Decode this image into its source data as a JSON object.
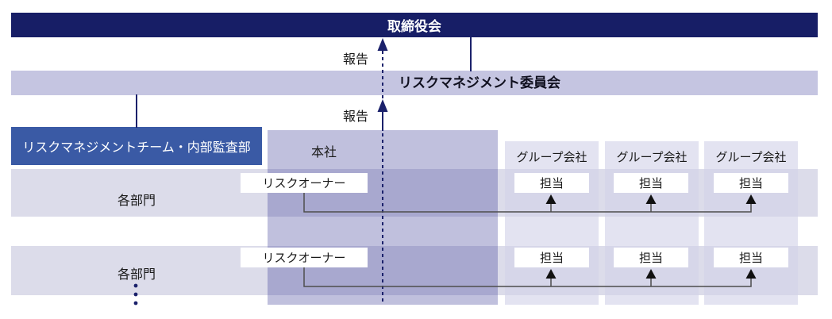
{
  "diagram": {
    "board": {
      "label": "取締役会"
    },
    "committee": {
      "label": "リスクマネジメント委員会"
    },
    "reports": {
      "to_board": "報告",
      "to_committee": "報告"
    },
    "team": {
      "label": "リスクマネジメントチーム・内部監査部"
    },
    "headquarters": {
      "label": "本社"
    },
    "group_companies": [
      {
        "label": "グループ会社"
      },
      {
        "label": "グループ会社"
      },
      {
        "label": "グループ会社"
      }
    ],
    "department_rows": [
      {
        "label": "各部門",
        "risk_owner": "リスクオーナー",
        "staff": [
          "担当",
          "担当",
          "担当"
        ]
      },
      {
        "label": "各部門",
        "risk_owner": "リスクオーナー",
        "staff": [
          "担当",
          "担当",
          "担当"
        ]
      }
    ],
    "colors": {
      "board_bar": "#171e66",
      "committee_bar": "#c5c5e1",
      "team_box": "#3a5aa5",
      "row_band": "#dcdcea",
      "hq_column_overlay": "rgba(60,60,150,0.32)",
      "group_column_overlay": "rgba(210,210,233,0.63)",
      "arrow_navy": "#1b216b",
      "connector_gray": "#4d4d4d",
      "staff_arrow_black": "#111111"
    }
  }
}
